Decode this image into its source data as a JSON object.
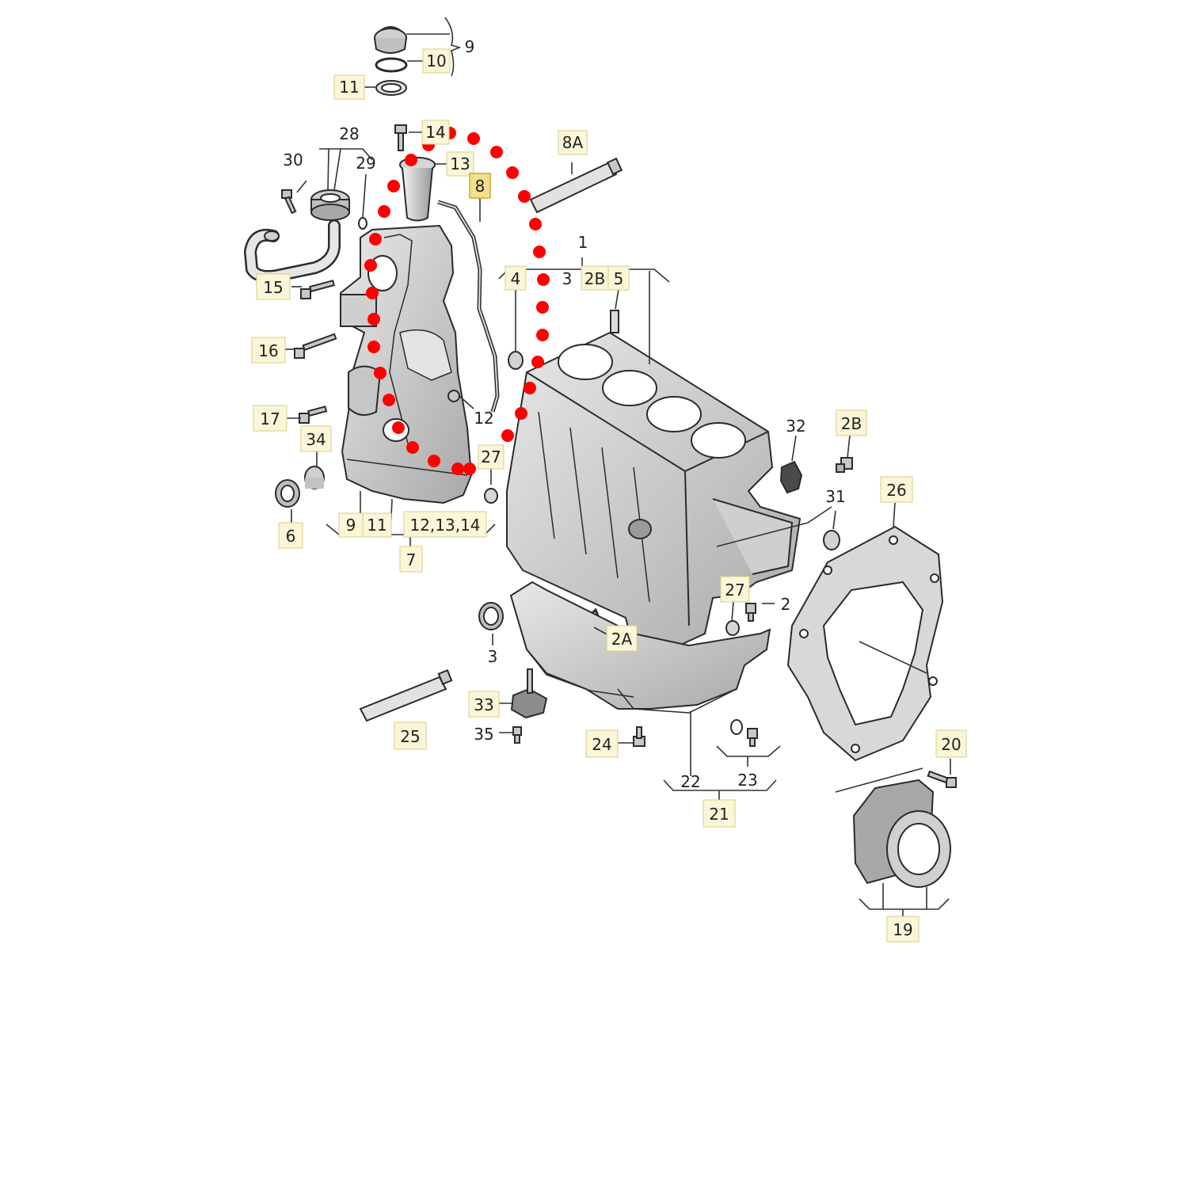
{
  "colors": {
    "part_fill": "#dcdcdc",
    "part_fill_dark": "#b8b8b8",
    "part_fill_light": "#ececec",
    "outline": "#2b2b2b",
    "leader": "#333333",
    "label_box": "#fbf6d8",
    "label_box_border": "#d9cd86",
    "highlight_box": "#f4e08a",
    "highlight_border": "#c9a93a",
    "trace_dot": "#ff0000"
  },
  "labels": {
    "l9_top": "9",
    "l10": "10",
    "l11_top": "11",
    "l14_top": "14",
    "l13_top": "13",
    "l28": "28",
    "l30": "30",
    "l29": "29",
    "l8": "8",
    "l8a": "8A",
    "l1": "1",
    "l4": "4",
    "l3_top": "3",
    "l2b_top": "2B",
    "l5": "5",
    "l15": "15",
    "l16": "16",
    "l12_mid": "12",
    "l17": "17",
    "l34": "34",
    "l27_mid": "27",
    "l32": "32",
    "l2b_right": "2B",
    "l31": "31",
    "l26": "26",
    "l6": "6",
    "l9_bottom": "9",
    "l11_bottom": "11",
    "l12_13_14": "12,13,14",
    "l7": "7",
    "l27_bottom": "27",
    "l2": "2",
    "l2a": "2A",
    "l3_bottom": "3",
    "l33": "33",
    "l35": "35",
    "l25": "25",
    "l24": "24",
    "l22": "22",
    "l23": "23",
    "l21": "21",
    "l20": "20",
    "l19": "19"
  }
}
